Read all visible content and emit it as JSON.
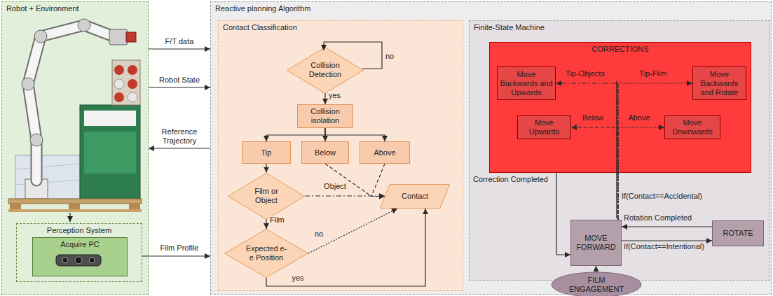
{
  "diagram": {
    "nodes": [
      {
        "text": [
          "Robot + Environment"
        ]
      },
      {
        "text": [
          "Perception System"
        ],
        "in": 0
      },
      {
        "text": [
          "Acquire PC"
        ],
        "in": 1
      },
      {
        "text": [
          "Reactive planning Algorithm"
        ]
      },
      {
        "text": [
          "Contact Classification"
        ],
        "in": 3
      },
      {
        "text": [
          "Collision Detection"
        ],
        "in": 4
      },
      {
        "text": [
          "Collision isolation"
        ],
        "in": 4
      },
      {
        "text": [
          "Tip"
        ],
        "in": 4
      },
      {
        "text": [
          "Below"
        ],
        "in": 4
      },
      {
        "text": [
          "Above"
        ],
        "in": 4
      },
      {
        "text": [
          "Film or Object"
        ],
        "in": 4
      },
      {
        "text": [
          "Contact"
        ],
        "in": 4
      },
      {
        "text": [
          "Expected e-e Position"
        ],
        "in": 4
      },
      {
        "text": [
          "Finite-State Machine"
        ],
        "in": 3
      },
      {
        "text": [
          "CORRECTIONS"
        ],
        "in": 13
      },
      {
        "text": [
          "Move Backwards and Upwards"
        ],
        "in": 14
      },
      {
        "text": [
          "Move Backwards and Rotate"
        ],
        "in": 14
      },
      {
        "text": [
          "Move Upwards"
        ],
        "in": 14
      },
      {
        "text": [
          "Move Downwards"
        ],
        "in": 14
      },
      {
        "text": [
          "MOVE FORWARD"
        ],
        "in": 13
      },
      {
        "text": [
          "ROTATE"
        ],
        "in": 13
      },
      {
        "text": [
          "FILM ENGAGEMENT"
        ],
        "in": 3
      }
    ],
    "edges": [
      {
        "from": 0,
        "to": 3,
        "label": "F/T data",
        "arrow": "to"
      },
      {
        "from": 0,
        "to": 3,
        "label": "Robot State",
        "arrow": "to"
      },
      {
        "from": 3,
        "to": 0,
        "label": "Reference Trajectory",
        "arrow": "to"
      },
      {
        "from": 1,
        "to": 3,
        "label": "Film Profile",
        "arrow": "to"
      },
      {
        "from": 5,
        "to": 6,
        "label": "yes",
        "arrow": "to"
      },
      {
        "from": 6,
        "to": 7,
        "arrow": "to"
      },
      {
        "from": 6,
        "to": 8,
        "arrow": "to"
      },
      {
        "from": 6,
        "to": 9,
        "arrow": "to"
      },
      {
        "from": 7,
        "to": 10,
        "arrow": "to"
      },
      {
        "from": 10,
        "to": 11,
        "label": "Object",
        "arrow": "to"
      },
      {
        "from": 8,
        "to": 11,
        "arrow": "to"
      },
      {
        "from": 9,
        "to": 11,
        "arrow": "to"
      },
      {
        "from": 10,
        "to": 12,
        "label": "Film",
        "arrow": "to"
      },
      {
        "from": 12,
        "to": 11,
        "label": "no",
        "arrow": "to"
      },
      {
        "from": 12,
        "to": 11,
        "label": "yes",
        "arrow": "to"
      },
      {
        "from": 19,
        "to": 15,
        "label": "Tip-Objects",
        "arrow": "to"
      },
      {
        "from": 19,
        "to": 16,
        "label": "Tip-Film",
        "arrow": "to"
      },
      {
        "from": 19,
        "to": 17,
        "label": "Below",
        "arrow": "to"
      },
      {
        "from": 19,
        "to": 18,
        "label": "Above",
        "arrow": "to"
      },
      {
        "from": 14,
        "to": 19,
        "label": "Correction Completed",
        "arrow": "to"
      },
      {
        "from": 20,
        "to": 19,
        "label": "Rotation Completed",
        "arrow": "to"
      },
      {
        "from": 19,
        "to": 20,
        "label": "If(Contact==Intentional)",
        "arrow": "to"
      },
      {
        "from": 21,
        "to": 19,
        "arrow": "to"
      }
    ],
    "labels": [
      "no",
      "If(Contact==Accidental)"
    ]
  }
}
